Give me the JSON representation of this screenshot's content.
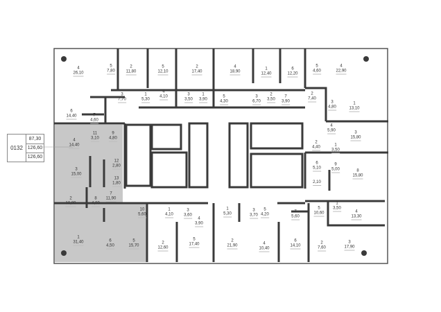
{
  "apartment_info": {
    "number": "0132",
    "values": [
      "87,30",
      "126,60",
      "126,60"
    ]
  },
  "colors": {
    "wall": "#3a3a3a",
    "highlight": "#c8c8c8"
  },
  "rooms": [
    {
      "n": "4",
      "a": "26,10"
    },
    {
      "n": "5",
      "a": "7,80"
    },
    {
      "n": "2",
      "a": "11,80"
    },
    {
      "n": "3",
      "a": "7,70"
    },
    {
      "n": "1",
      "a": "5,30"
    },
    {
      "n": "6",
      "a": "14,40"
    },
    {
      "n": "7",
      "a": "4,60"
    },
    {
      "n": "5",
      "a": "12,10"
    },
    {
      "n": "2",
      "a": "17,40"
    },
    {
      "n": "4",
      "a": "4,10"
    },
    {
      "n": "3",
      "a": "3,50"
    },
    {
      "n": "1",
      "a": "3,90"
    },
    {
      "n": "4",
      "a": "18,90"
    },
    {
      "n": "5",
      "a": "4,30"
    },
    {
      "n": "1",
      "a": "12,40"
    },
    {
      "n": "3",
      "a": "6,70"
    },
    {
      "n": "2",
      "a": "3,50"
    },
    {
      "n": "6",
      "a": "12,20"
    },
    {
      "n": "7",
      "a": "3,90"
    },
    {
      "n": "5",
      "a": "4,60"
    },
    {
      "n": "4",
      "a": "22,90"
    },
    {
      "n": "2",
      "a": "7,40"
    },
    {
      "n": "3",
      "a": "4,80"
    },
    {
      "n": "1",
      "a": "13,10"
    },
    {
      "n": "4",
      "a": "5,90"
    },
    {
      "n": "3",
      "a": "15,80"
    },
    {
      "n": "2",
      "a": "4,40"
    },
    {
      "n": "1",
      "a": "3,50"
    },
    {
      "n": "6",
      "a": "5,10"
    },
    {
      "n": "9",
      "a": "5,00"
    },
    {
      "n": "8",
      "a": "15,80"
    },
    {
      "n": "",
      "a": "2,10"
    },
    {
      "n": "1",
      "a": "3,50"
    },
    {
      "n": "4",
      "a": "13,30"
    },
    {
      "n": "5",
      "a": "10,60"
    },
    {
      "n": "7",
      "a": "5,60"
    },
    {
      "n": "6",
      "a": "14,10"
    },
    {
      "n": "2",
      "a": "7,60"
    },
    {
      "n": "3",
      "a": "17,90"
    },
    {
      "n": "10",
      "a": "5,60"
    },
    {
      "n": "1",
      "a": "4,10"
    },
    {
      "n": "3",
      "a": "3,60"
    },
    {
      "n": "4",
      "a": "3,90"
    },
    {
      "n": "5",
      "a": "17,40"
    },
    {
      "n": "2",
      "a": "12,60"
    },
    {
      "n": "1",
      "a": "5,30"
    },
    {
      "n": "2",
      "a": "21,90"
    },
    {
      "n": "3",
      "a": "3,70"
    },
    {
      "n": "5",
      "a": "4,20"
    },
    {
      "n": "4",
      "a": "10,40"
    },
    {
      "n": "4",
      "a": "14,40"
    },
    {
      "n": "11",
      "a": "3,10"
    },
    {
      "n": "9",
      "a": "4,80"
    },
    {
      "n": "12",
      "a": "2,80"
    },
    {
      "n": "3",
      "a": "15,00"
    },
    {
      "n": "13",
      "a": "1,80"
    },
    {
      "n": "2",
      "a": "10,80"
    },
    {
      "n": "8",
      "a": "4,80"
    },
    {
      "n": "7",
      "a": "11,90"
    },
    {
      "n": "1",
      "a": "31,40"
    },
    {
      "n": "6",
      "a": "4,50"
    },
    {
      "n": "5",
      "a": "15,70"
    }
  ]
}
